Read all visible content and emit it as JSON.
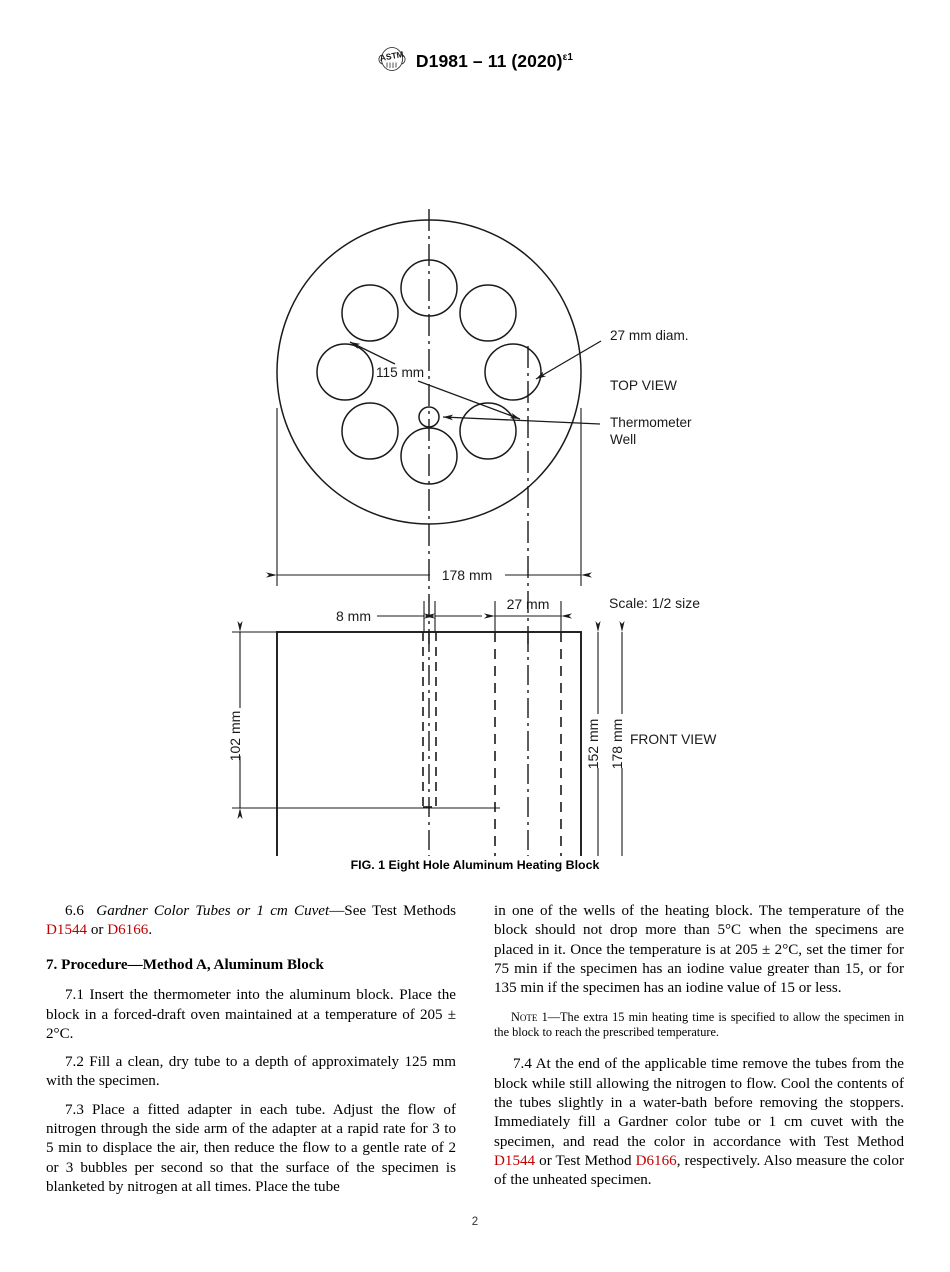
{
  "header": {
    "logo_alt": "astm-logo",
    "designation_main": "D1981 – 11 (2020)",
    "designation_sup": "ε1"
  },
  "figure": {
    "caption": "FIG. 1 Eight Hole Aluminum Heating Block",
    "scale_note": "Scale: 1/2 size",
    "top_view_label": "TOP VIEW",
    "front_view_label": "FRONT VIEW",
    "labels": {
      "hole_diam": "27 mm diam.",
      "thermometer_well": "Thermometer",
      "thermometer_well_2": "Well",
      "bolt_circle": "115 mm",
      "overall_width": "178 mm",
      "well_offset": "8 mm",
      "hole_width": "27 mm",
      "top_thickness": "102 mm",
      "hole_depth": "152 mm",
      "block_height": "178 mm"
    }
  },
  "body": {
    "left": {
      "p66_num": "6.6",
      "p66_italic": "Gardner Color Tubes or 1 cm Cuvet",
      "p66_text_a": "—See Test Methods ",
      "p66_link1": "D1544",
      "p66_mid": " or ",
      "p66_link2": "D6166",
      "p66_end": ".",
      "section7_heading": "7.  Procedure—Method A, Aluminum Block",
      "p71": "7.1  Insert the thermometer into the aluminum block. Place the block in a forced-draft oven maintained at a temperature of 205 ± 2°C.",
      "p72": "7.2  Fill a clean, dry tube to a depth of approximately 125 mm with the specimen.",
      "p73": "7.3  Place a fitted adapter in each tube. Adjust the flow of nitrogen through the side arm of the adapter at a rapid rate for 3 to 5 min to displace the air, then reduce the flow to a gentle rate of 2 or 3 bubbles per second so that the surface of the specimen is blanketed by nitrogen at all times. Place the tube"
    },
    "right": {
      "p73_cont": "in one of the wells of the heating block. The temperature of the block should not drop more than 5°C when the specimens are placed in it. Once the temperature is at 205 ± 2°C, set the timer for 75 min if the specimen has an iodine value greater than 15, or for 135 min if the specimen has an iodine value of 15 or less.",
      "note_label": "Note",
      "note_number": " 1—",
      "note_text": "The extra 15 min heating time is specified to allow the specimen in the block to reach the prescribed temperature.",
      "p74_a": "7.4  At the end of the applicable time remove the tubes from the block while still allowing the nitrogen to flow. Cool the contents of the tubes slightly in a water-bath before removing the stoppers. Immediately fill a Gardner color tube or 1 cm cuvet with the specimen, and read the color in accordance with Test Method ",
      "p74_link1": "D1544",
      "p74_b": " or Test Method ",
      "p74_link2": "D6166",
      "p74_c": ", respectively. Also measure the color of the unheated specimen."
    }
  },
  "footer": {
    "page_number": "2"
  },
  "colors": {
    "link": "#c00000",
    "ink": "#000000",
    "drawing": "#1a1a1a"
  }
}
